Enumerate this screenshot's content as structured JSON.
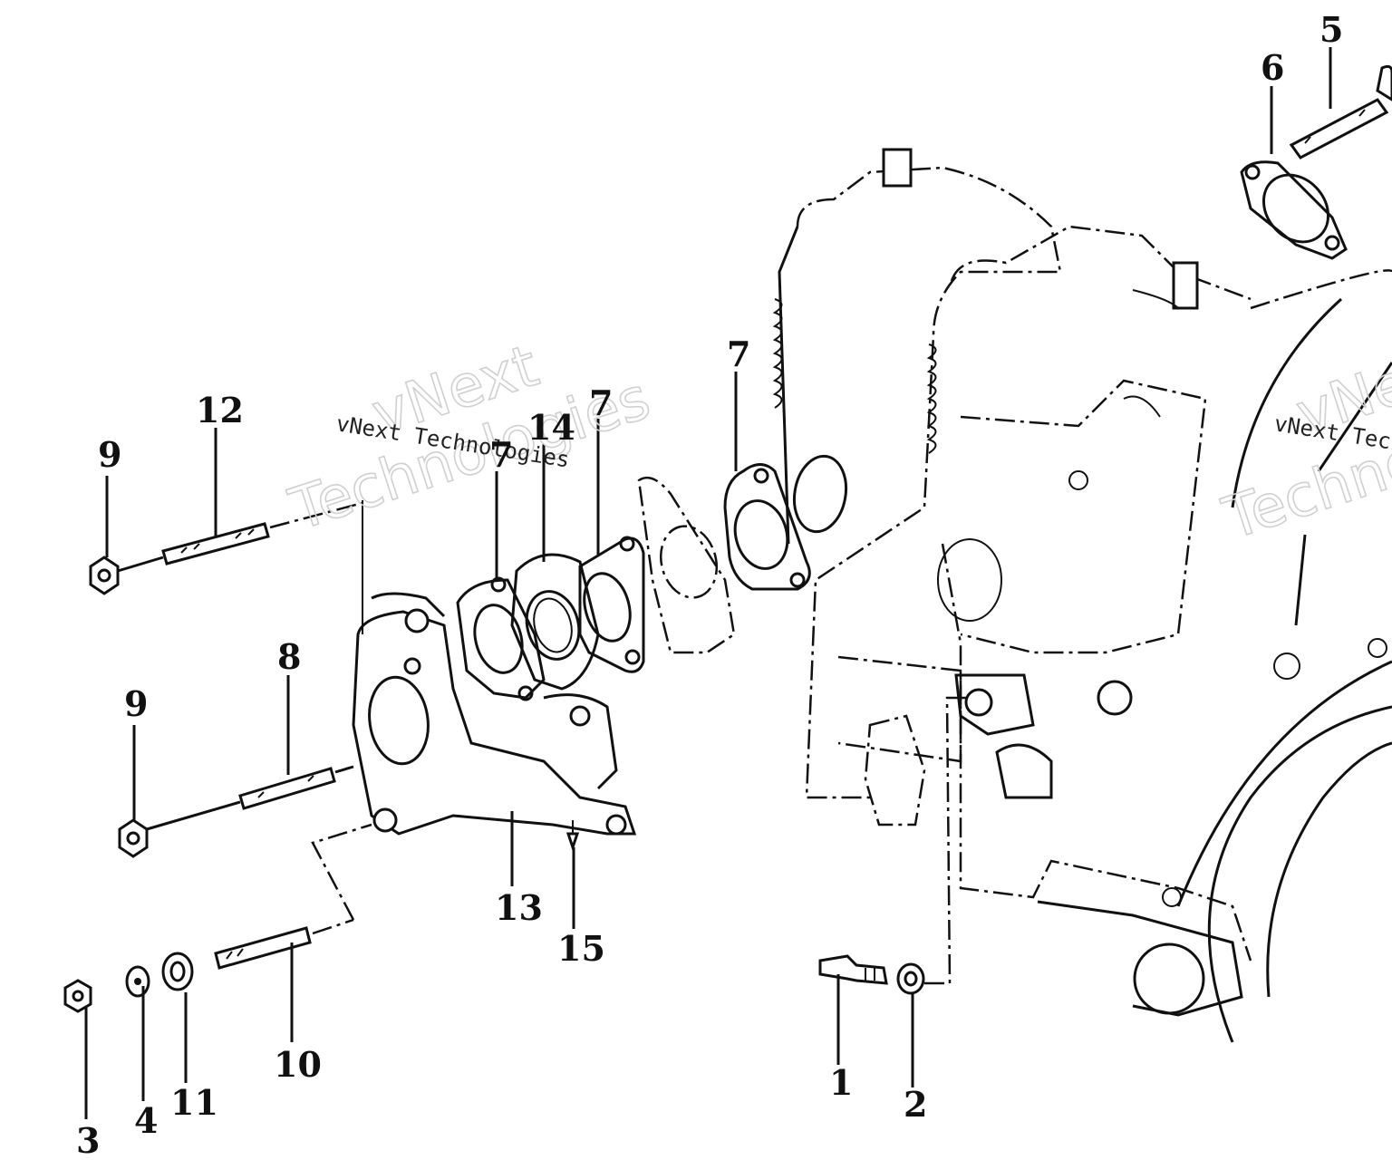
{
  "watermark": {
    "large_line1": "vNext",
    "large_line2": "Technologies",
    "small": "vNext Technologies"
  },
  "callouts": [
    {
      "id": "1",
      "label": "1"
    },
    {
      "id": "2",
      "label": "2"
    },
    {
      "id": "3",
      "label": "3"
    },
    {
      "id": "4",
      "label": "4"
    },
    {
      "id": "5",
      "label": "5"
    },
    {
      "id": "6",
      "label": "6"
    },
    {
      "id": "7a",
      "label": "7"
    },
    {
      "id": "7b",
      "label": "7"
    },
    {
      "id": "7c",
      "label": "7"
    },
    {
      "id": "8",
      "label": "8"
    },
    {
      "id": "9a",
      "label": "9"
    },
    {
      "id": "9b",
      "label": "9"
    },
    {
      "id": "10",
      "label": "10"
    },
    {
      "id": "11",
      "label": "11"
    },
    {
      "id": "12",
      "label": "12"
    },
    {
      "id": "13",
      "label": "13"
    },
    {
      "id": "14",
      "label": "14"
    },
    {
      "id": "15",
      "label": "15"
    }
  ]
}
